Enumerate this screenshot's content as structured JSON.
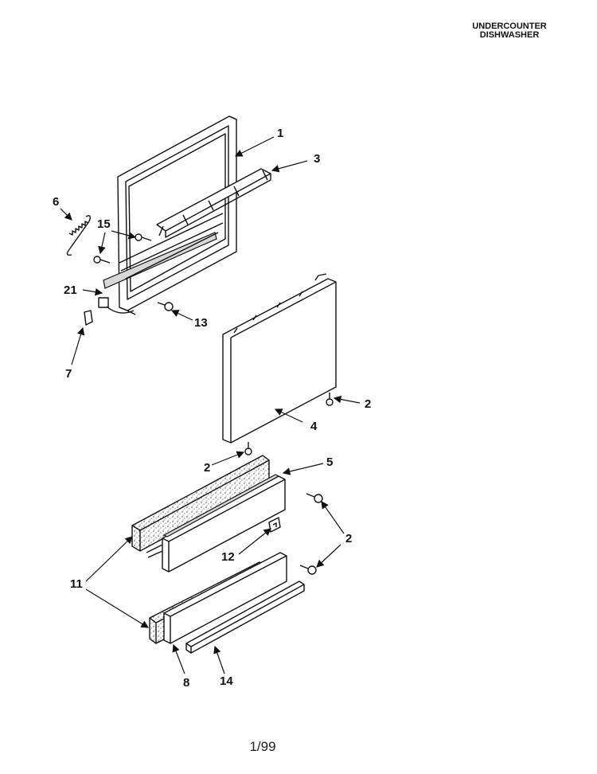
{
  "header": {
    "line1": "UNDERCOUNTER",
    "line2": "DISHWASHER"
  },
  "footer": {
    "date": "1/99"
  },
  "callouts": {
    "c1": "1",
    "c3": "3",
    "c6": "6",
    "c15": "15",
    "c21": "21",
    "c13": "13",
    "c7": "7",
    "c2a": "2",
    "c4": "4",
    "c2b": "2",
    "c5": "5",
    "c2c": "2",
    "c12": "12",
    "c11": "11",
    "c8": "8",
    "c14": "14"
  }
}
